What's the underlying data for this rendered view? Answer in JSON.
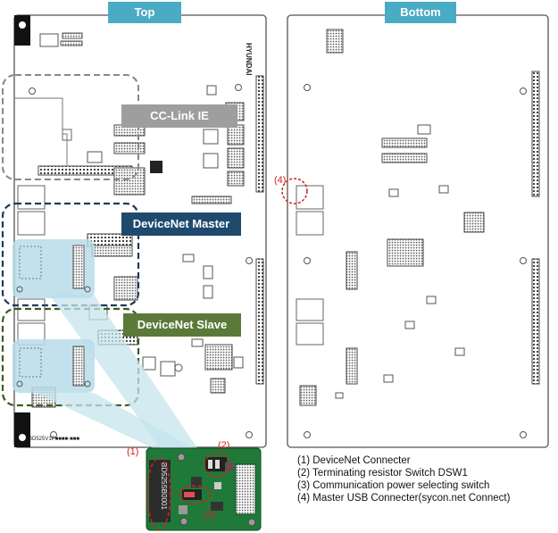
{
  "tabs": {
    "top": "Top",
    "bottom": "Bottom"
  },
  "labels": {
    "cclink": "CC-Link IE",
    "master": "DeviceNet Master",
    "slave": "DeviceNet Slave"
  },
  "board_text": {
    "model": "BD525V1P■■■■-■■■",
    "logo": "HYUNDAI",
    "module_code": "BD525SB0001"
  },
  "annotations": {
    "a1": "(1)",
    "a2": "(2)",
    "a3": "(3)",
    "a4": "(4)"
  },
  "legend": [
    "(1)  DeviceNet Connecter",
    "(2)  Terminating resistor Switch DSW1",
    "(3)  Communication power selecting switch",
    "(4)  Master USB Connecter(sycon.net Connect)"
  ],
  "colors": {
    "tab": "#4aabc4",
    "cclink_tag": "#9e9e9e",
    "master_tag": "#1f4a6e",
    "slave_tag": "#5b7a3a",
    "annotation": "#d32020",
    "module_pcb": "#1f7a3a"
  }
}
